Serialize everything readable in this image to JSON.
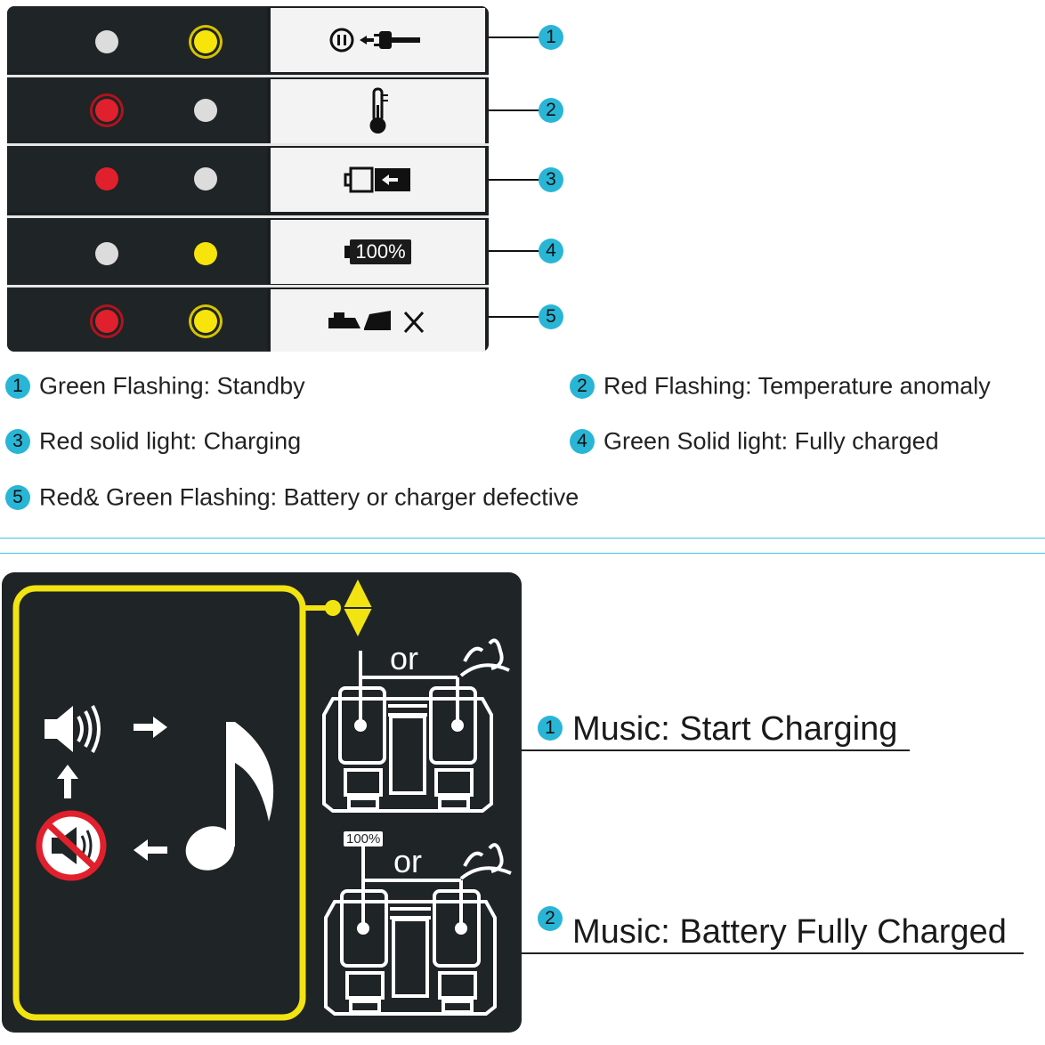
{
  "indicator_panel": {
    "rows": [
      {
        "number": "1",
        "left_led": "off",
        "right_led": "flash-yellow",
        "icon": "standby-plug-icon"
      },
      {
        "number": "2",
        "left_led": "flash-red",
        "right_led": "off",
        "icon": "thermometer-icon"
      },
      {
        "number": "3",
        "left_led": "red",
        "right_led": "off",
        "icon": "battery-charging-icon"
      },
      {
        "number": "4",
        "left_led": "off",
        "right_led": "yellow",
        "icon": "battery-full-icon",
        "badge": "100%"
      },
      {
        "number": "5",
        "left_led": "flash-red",
        "right_led": "flash-yellow",
        "icon": "battery-charger-defective-icon"
      }
    ],
    "colors": {
      "led_red": "#e0202c",
      "led_yellow": "#f6e40a",
      "led_off": "#dcdcdc",
      "callout": "#29b6d6",
      "panel": "#1f2426"
    }
  },
  "legend": [
    {
      "number": "1",
      "text": "Green Flashing: Standby"
    },
    {
      "number": "2",
      "text": "Red Flashing: Temperature anomaly"
    },
    {
      "number": "3",
      "text": "Red solid light: Charging"
    },
    {
      "number": "4",
      "text": "Green Solid light: Fully charged"
    },
    {
      "number": "5",
      "text": "Red& Green Flashing: Battery or charger defective"
    }
  ],
  "music_panel": {
    "or_text": "or",
    "battery_badge": "100%",
    "labels": [
      {
        "number": "1",
        "text": "Music: Start Charging"
      },
      {
        "number": "2",
        "text": "Music: Battery Fully Charged"
      }
    ]
  }
}
